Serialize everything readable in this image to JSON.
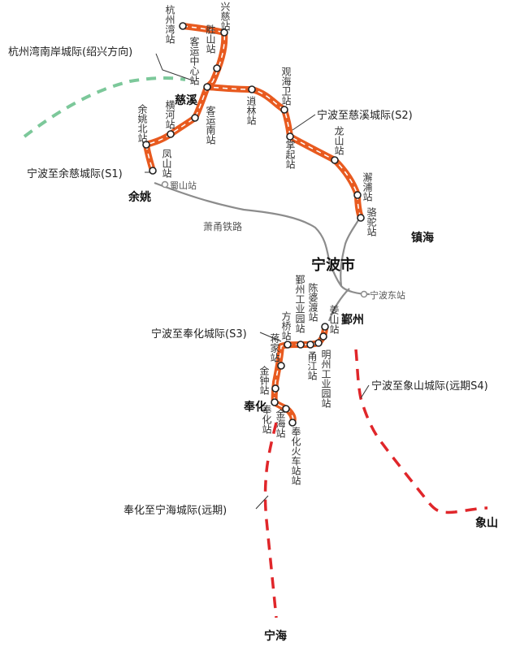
{
  "colors": {
    "line_orange": "#e85a1f",
    "line_inner": "#ffffff",
    "rail_gray": "#8c8c8c",
    "future_red": "#e0262a",
    "future_green": "#7cc89a",
    "station_fill": "#ffffff",
    "station_stroke": "#222222"
  },
  "routes": {
    "hangzhou_bay": "杭州湾南岸城际(绍兴方向)",
    "s2": "宁波至慈溪城际(S2)",
    "s1": "宁波至余慈城际(S1)",
    "s3": "宁波至奉化城际(S3)",
    "s4": "宁波至象山城际(远期S4)",
    "ninghai": "奉化至宁海城际(远期)",
    "xiaoyong_railway": "萧甬铁路"
  },
  "cities": {
    "ningbo": "宁波市",
    "cixi": "慈溪",
    "yuyao": "余姚",
    "zhenhai": "镇海",
    "yinzhou": "鄞州",
    "fenghua": "奉化",
    "xiangshan": "象山",
    "ninghai": "宁海"
  },
  "stations": {
    "hangzhouwan": "杭州湾站",
    "xingci": "兴慈站",
    "shengshan": "胜山站",
    "keyunzhongxin": "客运中心站",
    "keyunnan": "客运南站",
    "xiaolin": "逍林站",
    "guanhaiwei": "观海卫站",
    "zhangqi": "掌起站",
    "longshan": "龙山站",
    "xiepu": "澥浦站",
    "luotuo": "骆驼站",
    "henghe": "横河站",
    "yuyaobei": "余姚北站",
    "fengshan": "凤山站",
    "lanshan": "蜀山站",
    "ningbodong": "宁波东站",
    "yinzhougongyeyuan": "鄞州工业园站",
    "chenpoao": "陈婆渡站",
    "jiangshan": "姜山站",
    "fangqiao": "方桥站",
    "jiangjia": "蒋家站",
    "yongjiang": "甬江站",
    "mingzhougongyeyuan": "明州工业园站",
    "jinzhong": "金钟站",
    "jinhai": "金海站",
    "fenghuahuoche": "奉化火车站站",
    "fenghua": "奉化站"
  }
}
